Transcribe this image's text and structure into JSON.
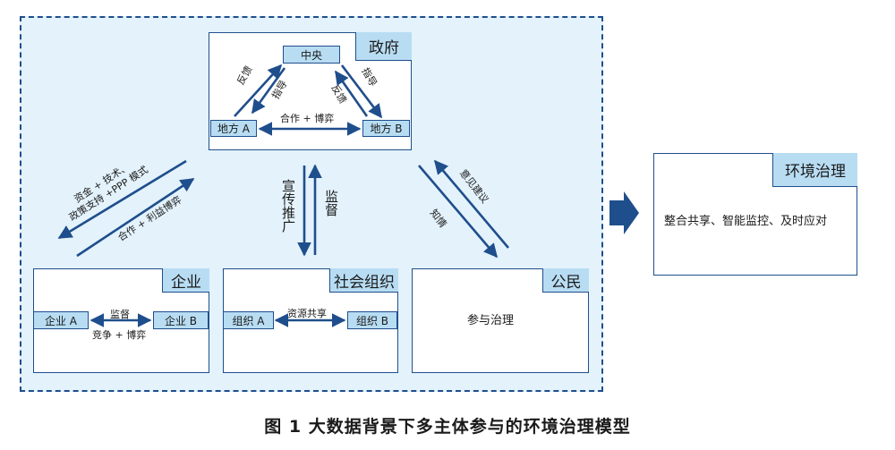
{
  "colors": {
    "accent": "#1f4e8c",
    "outer_fill": "#e3f2fb",
    "tag_fill": "#b8ddf3"
  },
  "government": {
    "title": "政府",
    "central": "中央",
    "local_a": "地方 A",
    "local_b": "地方 B",
    "feedback_left": "反馈",
    "guide_left": "指导",
    "feedback_right": "反馈",
    "guide_right": "指导",
    "coop_game": "合作 + 博弈"
  },
  "enterprise_links": {
    "line1": "资金 + 技术、",
    "line2": "政策支持 +PPP 模式",
    "line3": "合作 + 利益博弈"
  },
  "social_links": {
    "propaganda": "宣传推广",
    "supervise": "监督"
  },
  "citizen_links": {
    "suggestion": "意见建议",
    "inform": "知情"
  },
  "enterprise": {
    "title": "企业",
    "node_a": "企业 A",
    "node_b": "企业 B",
    "top_label": "监督",
    "bottom_label": "竞争 + 博弈"
  },
  "social_org": {
    "title": "社会组织",
    "node_a": "组织 A",
    "node_b": "组织 B",
    "label": "资源共享"
  },
  "citizen": {
    "title": "公民",
    "content": "参与治理"
  },
  "environment": {
    "title": "环境治理",
    "content": "整合共享、智能监控、及时应对"
  },
  "caption": "图 1  大数据背景下多主体参与的环境治理模型"
}
